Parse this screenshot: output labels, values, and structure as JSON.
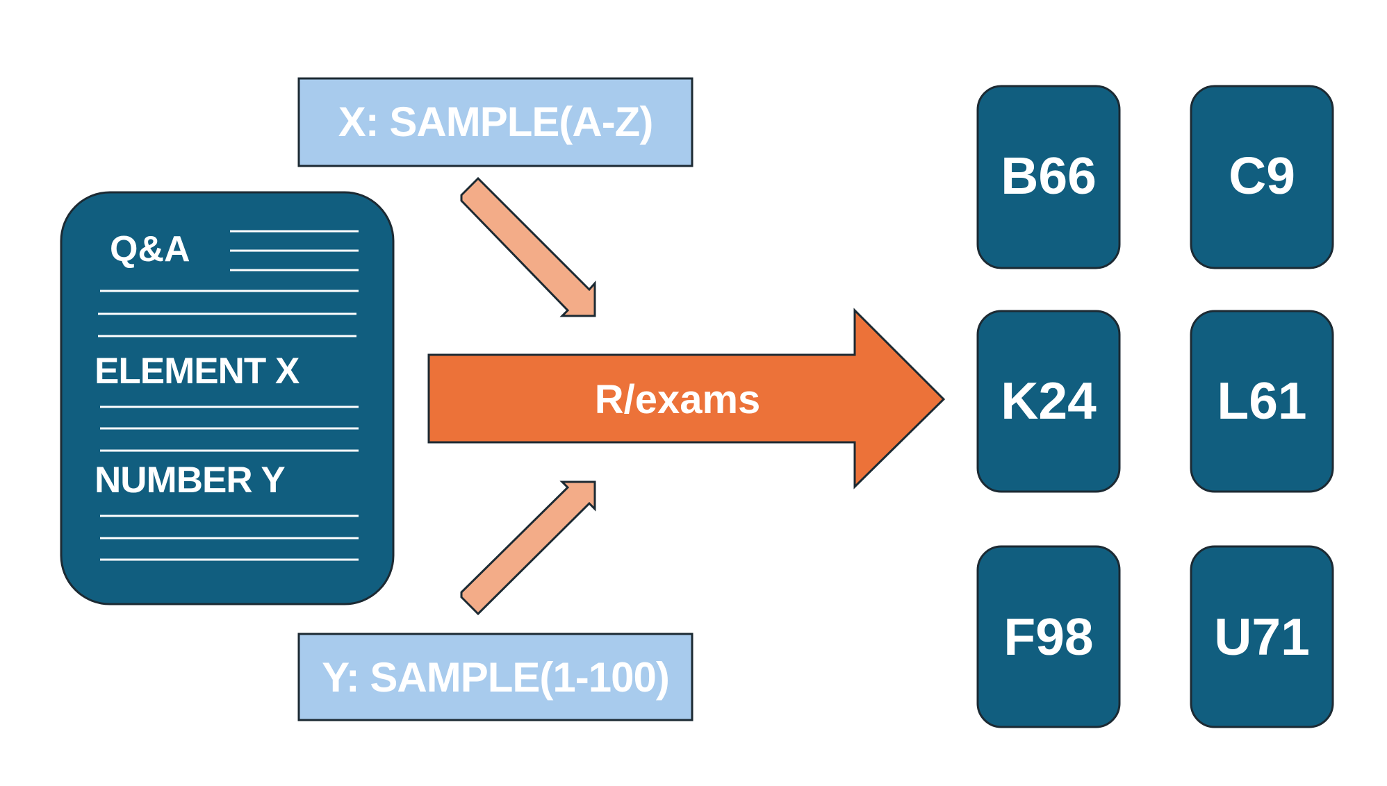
{
  "template": {
    "title": "Q&A",
    "element_label": "ELEMENT X",
    "number_label": "NUMBER Y"
  },
  "samplers": {
    "x_label": "X: SAMPLE(A-Z)",
    "y_label": "Y: SAMPLE(1-100)"
  },
  "engine": {
    "label": "R/exams"
  },
  "outputs": [
    "B66",
    "C9",
    "K24",
    "L61",
    "F98",
    "U71"
  ],
  "colors": {
    "dark_blue": "#115e7f",
    "light_blue": "#a8cbed",
    "light_blue_text": "#ffffff",
    "orange": "#ec7239",
    "peach": "#f3ac88",
    "outline": "#1c2a33"
  }
}
